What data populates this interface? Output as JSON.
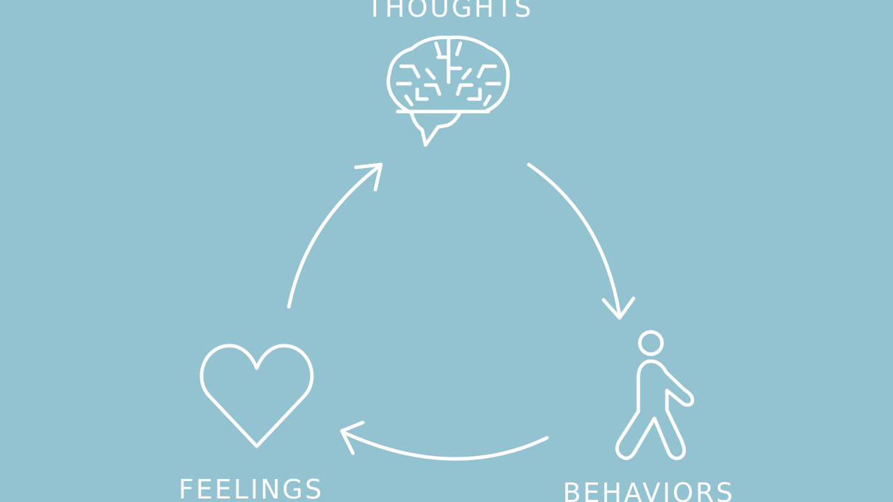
{
  "colors": {
    "background": "#93c2d0",
    "stroke": "#ffffff"
  },
  "nodes": [
    {
      "id": "thoughts",
      "label": "THOUGHTS",
      "icon": "brain-icon"
    },
    {
      "id": "behaviors",
      "label": "BEHAVIORS",
      "icon": "walking-person-icon"
    },
    {
      "id": "feelings",
      "label": "FEELINGS",
      "icon": "heart-icon"
    }
  ],
  "edges": [
    {
      "from": "thoughts",
      "to": "behaviors"
    },
    {
      "from": "behaviors",
      "to": "feelings"
    },
    {
      "from": "feelings",
      "to": "thoughts"
    }
  ]
}
